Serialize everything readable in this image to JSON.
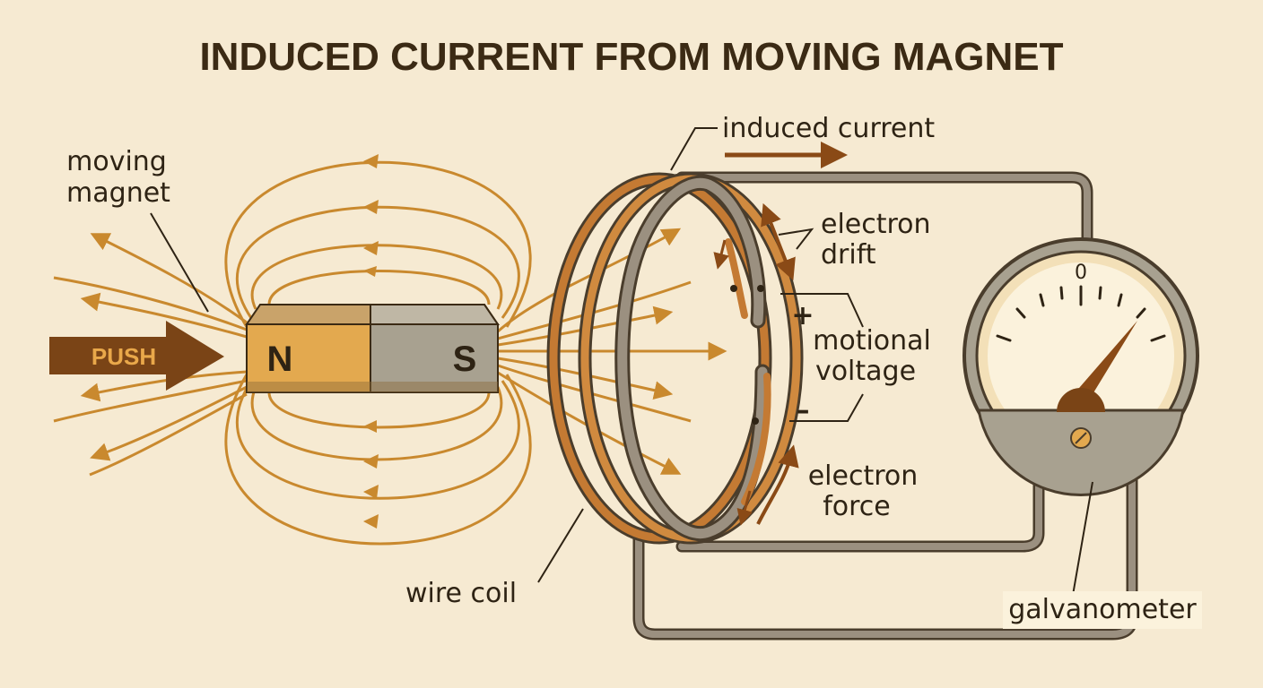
{
  "title": "INDUCED CURRENT FROM MOVING MAGNET",
  "labels": {
    "moving_magnet_line1": "moving",
    "moving_magnet_line2": "magnet",
    "push": "PUSH",
    "north_pole": "N",
    "south_pole": "S",
    "induced_current": "induced current",
    "electron_drift_line1": "electron",
    "electron_drift_line2": "drift",
    "plus": "+",
    "minus": "–",
    "motional_voltage_line1": "motional",
    "motional_voltage_line2": "voltage",
    "electron_force_line1": "electron",
    "electron_force_line2": "force",
    "wire_coil": "wire coil",
    "galvanometer": "galvanometer",
    "zero": "0"
  },
  "colors": {
    "background": "#f6ead2",
    "field_lines": "#c9892e",
    "push_arrow": "#7a4416",
    "north": "#e3a94f",
    "south": "#a8a190",
    "wire": "#9b9080",
    "copper": "#c47a33",
    "ink": "#2e2314"
  },
  "galvanometer": {
    "needle_value": 0.75
  }
}
